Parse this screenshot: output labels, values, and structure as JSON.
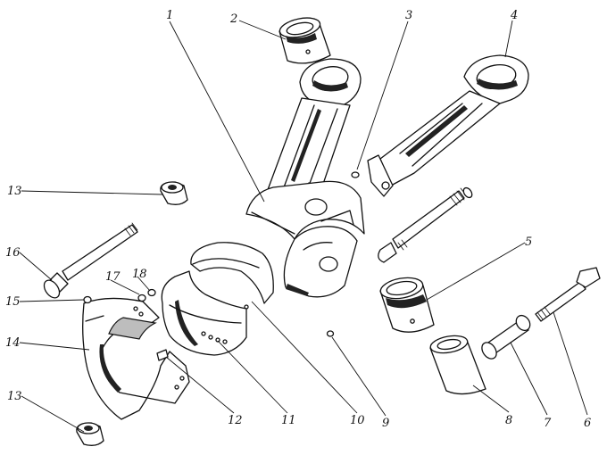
{
  "labels": {
    "l1": "1",
    "l2": "2",
    "l3": "3",
    "l4": "4",
    "l5": "5",
    "l6": "6",
    "l7": "7",
    "l8": "8",
    "l9": "9",
    "l10": "10",
    "l11": "11",
    "l12": "12",
    "l13a": "13",
    "l13b": "13",
    "l14": "14",
    "l15": "15",
    "l16": "16",
    "l17": "17",
    "l18": "18"
  }
}
